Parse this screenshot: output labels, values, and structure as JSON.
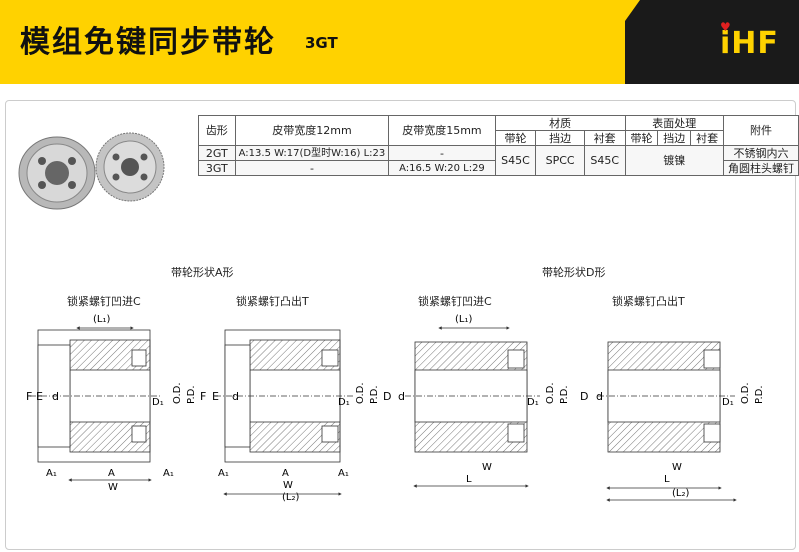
{
  "header": {
    "title": "模组免键同步带轮",
    "subtitle": "3GT",
    "logo": "iHF",
    "colors": {
      "accent": "#ffd200",
      "dark": "#1a1a1a",
      "heart": "#e02020"
    }
  },
  "table": {
    "h_tooth": "齿形",
    "h_w12": "皮带宽度12mm",
    "h_w15": "皮带宽度15mm",
    "h_material": "材质",
    "h_surface": "表面处理",
    "h_access": "附件",
    "sub_pulley": "带轮",
    "sub_flange": "挡边",
    "sub_sleeve": "衬套",
    "sub_pulley2": "带轮",
    "sub_flange2": "挡边",
    "sub_sleeve2": "衬套",
    "r1_tooth": "2GT",
    "r1_w12": "A:13.5 W:17(D型时W:16) L:23",
    "r1_w15": "-",
    "r2_tooth": "3GT",
    "r2_w12": "-",
    "r2_w15": "A:16.5 W:20 L:29",
    "mat_pulley": "S45C",
    "mat_flange": "SPCC",
    "mat_sleeve": "S45C",
    "surface": "镀镍",
    "access_1": "不锈钢内六",
    "access_2": "角圆柱头螺钉"
  },
  "sections": {
    "shape_a": "带轮形状A形",
    "shape_d": "带轮形状D形",
    "a_c": "锁紧螺钉凹进C",
    "a_t": "锁紧螺钉凸出T",
    "d_c": "锁紧螺钉凹进C",
    "d_t": "锁紧螺钉凸出T"
  },
  "dims": {
    "L1": "(L₁)",
    "L2": "(L₂)",
    "F": "F",
    "E": "E",
    "d": "d",
    "D": "D",
    "D1": "D₁",
    "OD": "O.D.",
    "PD": "P.D.",
    "A": "A",
    "A1": "A₁",
    "W": "W",
    "L": "L"
  }
}
